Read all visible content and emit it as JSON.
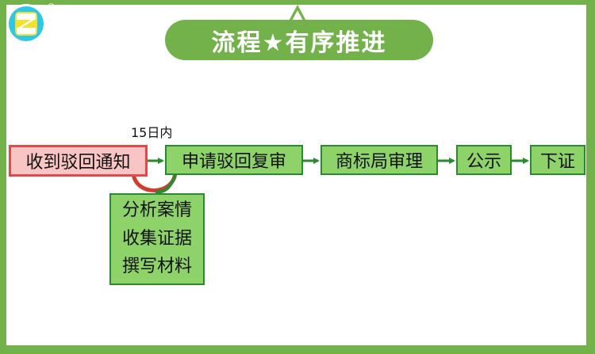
{
  "title": "流程★有序推进",
  "registered_mark": "®",
  "logo_name": "z-logo",
  "days_label": "15日内",
  "steps": [
    {
      "label": "收到驳回通知"
    },
    {
      "label": "申请驳回复审"
    },
    {
      "label": "商标局审理"
    },
    {
      "label": "公示"
    },
    {
      "label": "下证"
    }
  ],
  "side_notes": [
    "分析案情",
    "收集证据",
    "撰写材料"
  ],
  "colors": {
    "frame": "#73b24a",
    "step_fill": "#8ed26a",
    "step_border": "#2a8a2f",
    "start_fill": "#f8c4c4",
    "start_border": "#e04a4a",
    "loop_line": "#d23b2f",
    "arrow": "#2a8a2f"
  }
}
